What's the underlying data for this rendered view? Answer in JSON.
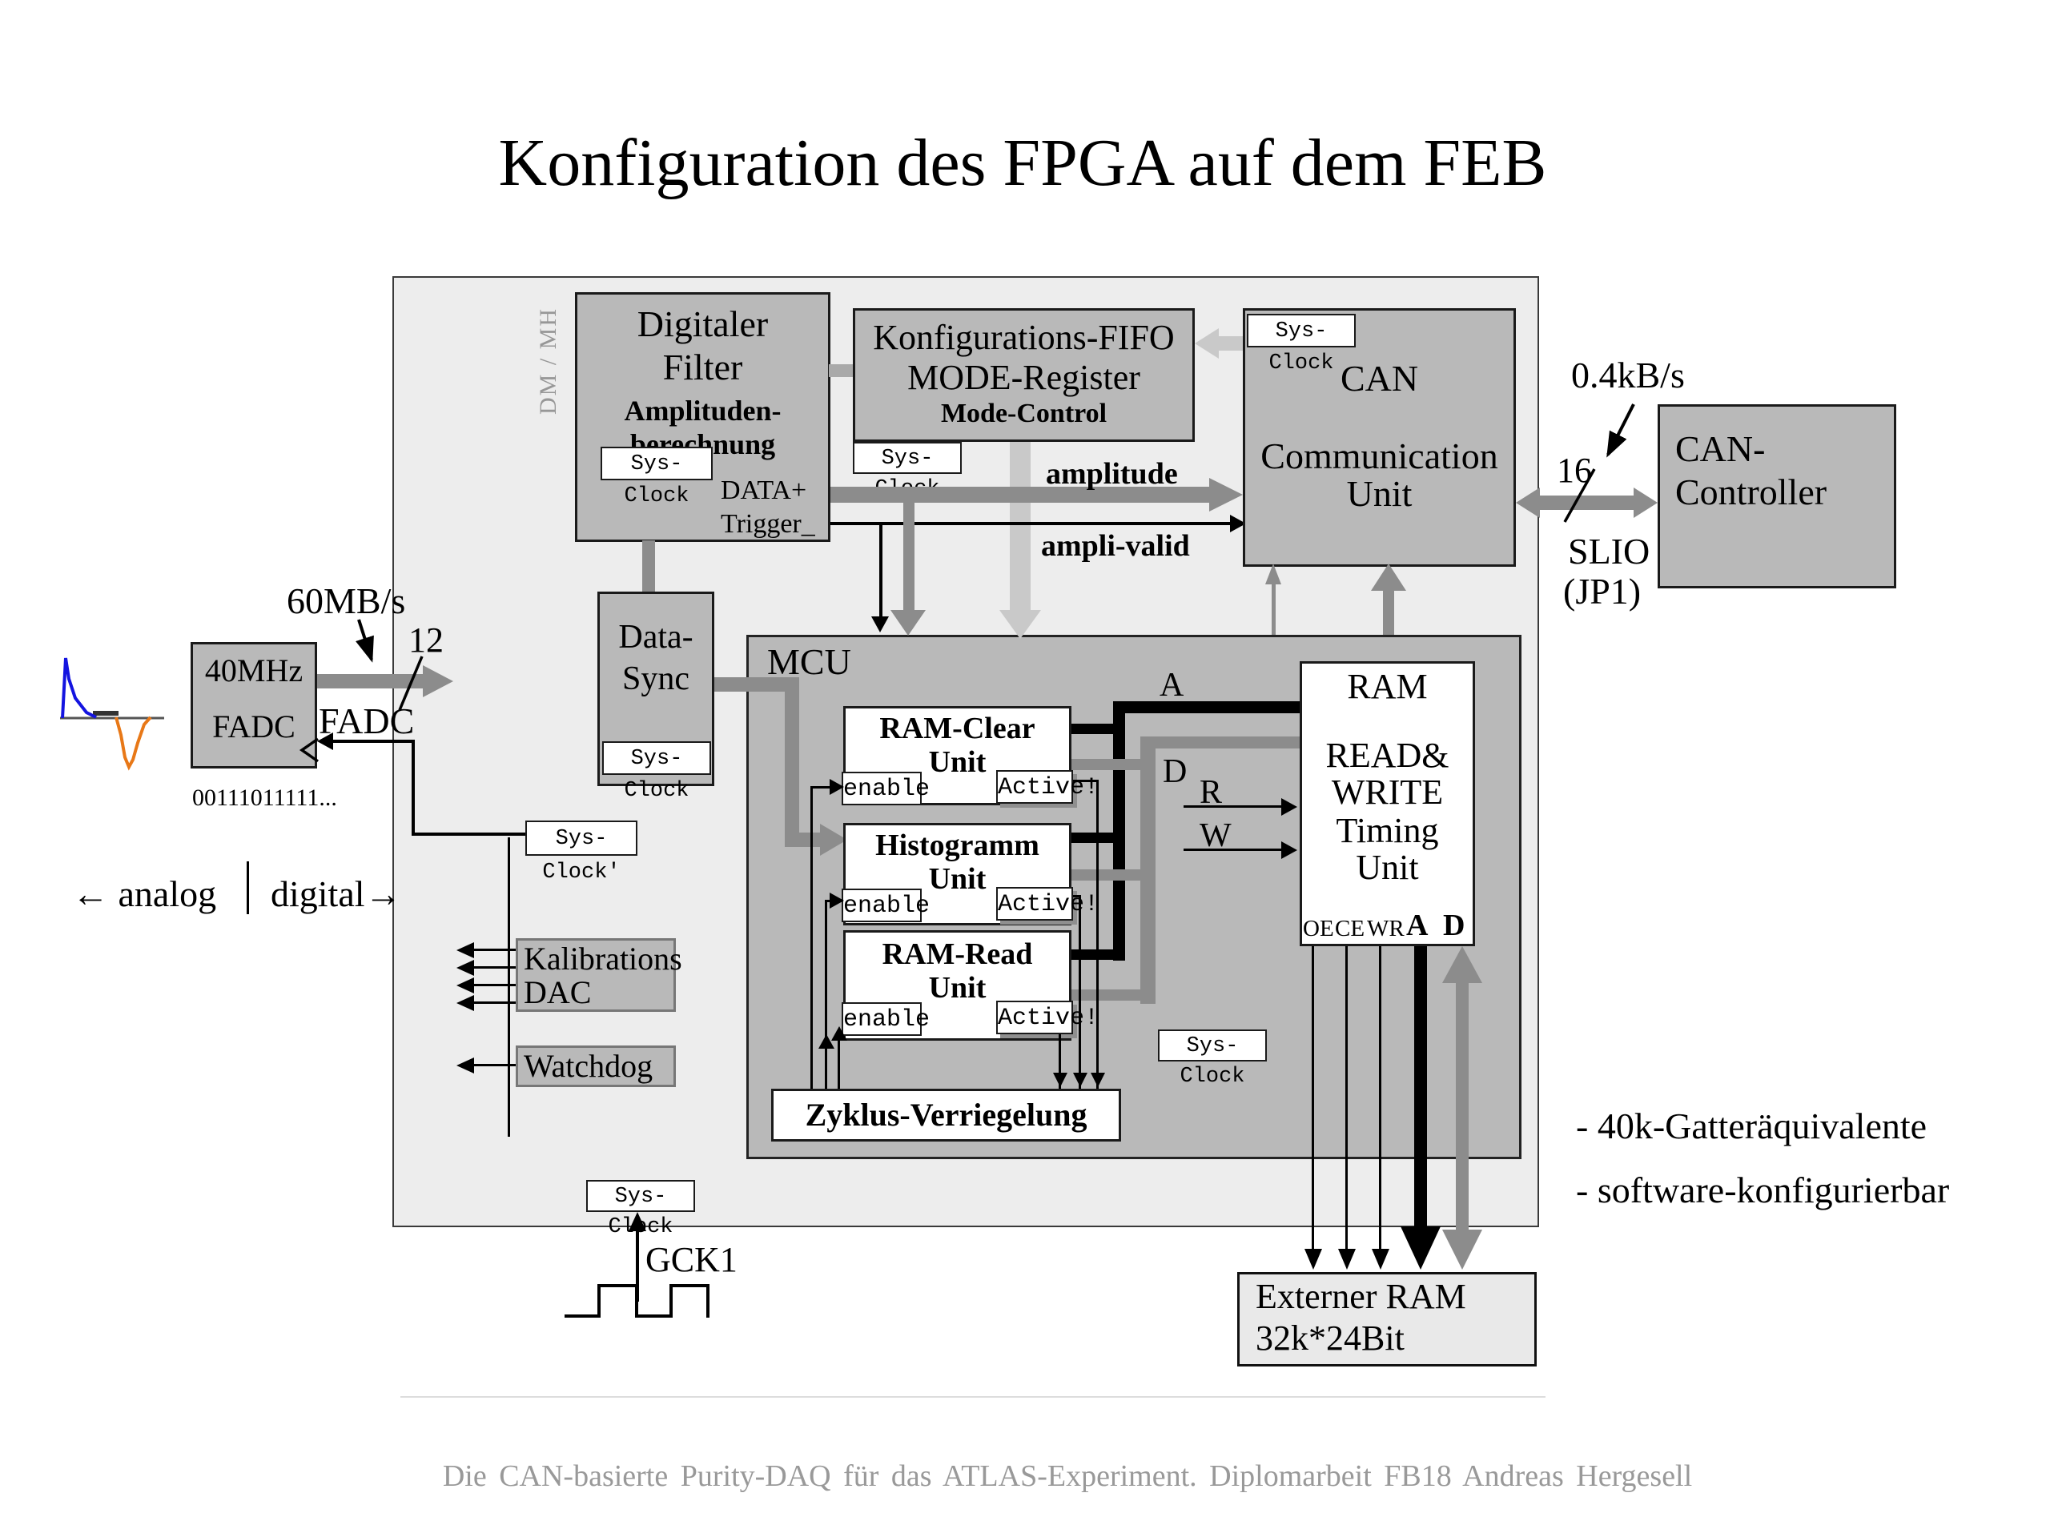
{
  "title": "Konfiguration des FPGA auf dem FEB",
  "caption": "Die CAN-basierte Purity-DAQ für das ATLAS-Experiment. Diplomarbeit FB18 Andreas Hergesell",
  "panel_label": "DM / MH",
  "colors": {
    "block_gray": "#b9b9b9",
    "panel_gray": "#ededed",
    "arrow_gray": "#8c8c8c",
    "arrow_light": "#c9c9c9",
    "wave_blue": "#1414e0",
    "wave_orange": "#e87817"
  },
  "blocks": {
    "digital_filter": {
      "title1": "Digitaler",
      "title2": "Filter",
      "sub1": "Amplituden-",
      "sub2": "berechnung",
      "sys_clock": "Sys-Clock",
      "out1": "DATA+",
      "out2": "Trigger_"
    },
    "fifo": {
      "title1": "Konfigurations-FIFO",
      "title2": "MODE-Register",
      "sub": "Mode-Control",
      "sys_clock": "Sys-Clock"
    },
    "can_unit": {
      "sys_clock": "Sys-Clock",
      "title1": "CAN",
      "title2": "Communication",
      "title3": "Unit"
    },
    "can_controller": {
      "title1": "CAN-",
      "title2": "Controller"
    },
    "fadc": {
      "title1": "40MHz",
      "title2": "FADC",
      "bits": "00111011111..."
    },
    "data_sync": {
      "title1": "Data-",
      "title2": "Sync",
      "sys_clock": "Sys-Clock"
    },
    "sys_clock_prime": "Sys-Clock'",
    "kalibrations_dac": {
      "title1": "Kalibrations",
      "title2": "DAC"
    },
    "watchdog": "Watchdog",
    "sys_clock_gck": "Sys-Clock",
    "extern_ram": {
      "title1": "Externer RAM",
      "title2": "32k*24Bit"
    }
  },
  "mcu": {
    "label": "MCU",
    "units": [
      {
        "name": "RAM-Clear",
        "unit": "Unit",
        "enable": "enable",
        "active": "Active!"
      },
      {
        "name": "Histogramm",
        "unit": "Unit",
        "enable": "enable",
        "active": "Active!"
      },
      {
        "name": "RAM-Read",
        "unit": "Unit",
        "enable": "enable",
        "active": "Active!"
      }
    ],
    "ram_timing": {
      "l1": "RAM",
      "l2": "READ&",
      "l3": "WRITE",
      "l4": "Timing",
      "l5": "Unit",
      "pin_oe": "OE",
      "pin_ce": "CE",
      "pin_wr": "WR",
      "pin_a": "A",
      "pin_d": "D"
    },
    "bus_a": "A",
    "bus_d": "D",
    "read": "R",
    "write": "W",
    "zyklus": "Zyklus-Verriegelung",
    "sys_clock": "Sys-Clock"
  },
  "annotations": {
    "rate_in": "60MB/s",
    "bus12": "12",
    "fadc_bus": "FADC",
    "rate_out": "0.4kB/s",
    "bus16": "16",
    "slio": "SLIO",
    "jp1": "(JP1)",
    "amplitude": "amplitude",
    "ampli_valid": "ampli-valid",
    "gck": "GCK1",
    "analog": "← analog",
    "digital": "digital→",
    "note1": "- 40k-Gatteräquivalente",
    "note2": "- software-konfigurierbar"
  }
}
